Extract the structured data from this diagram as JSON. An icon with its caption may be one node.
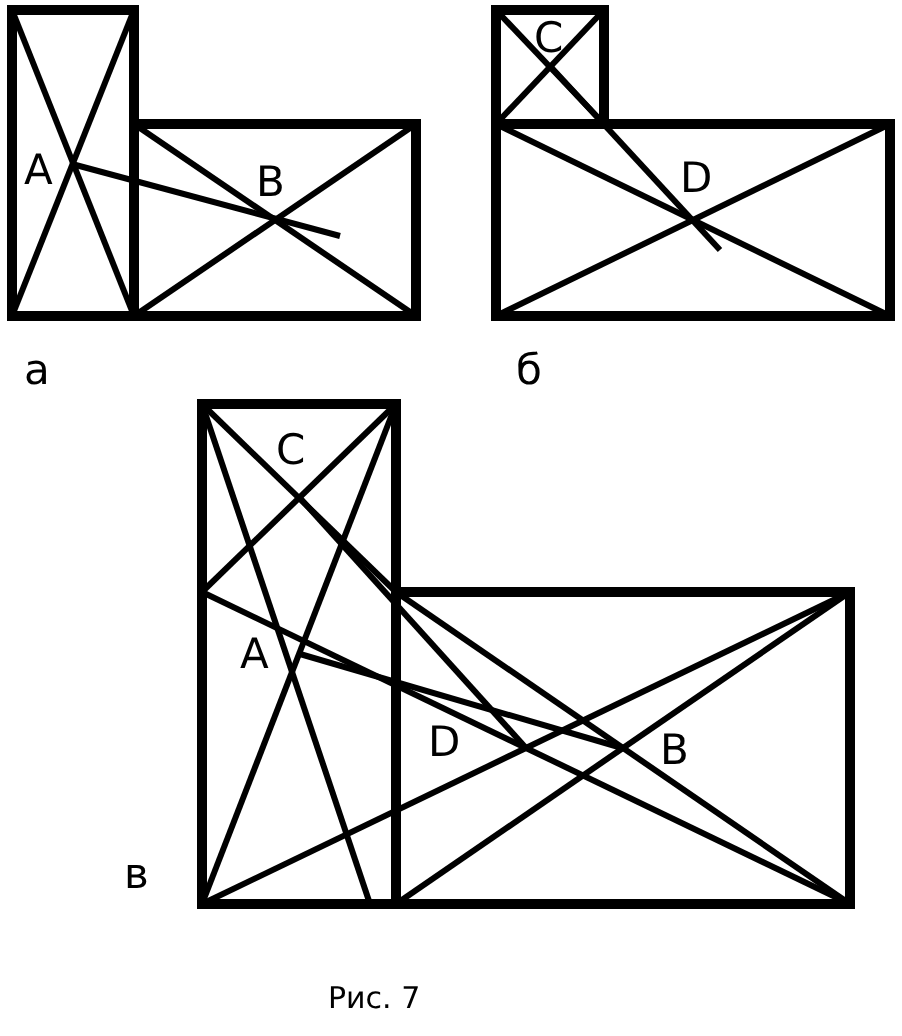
{
  "diagram": {
    "caption": "Рис. 7",
    "labels": [
      "C",
      "A",
      "B",
      "D",
      "а",
      "б",
      "C",
      "A",
      "D",
      "B",
      "в"
    ]
  }
}
